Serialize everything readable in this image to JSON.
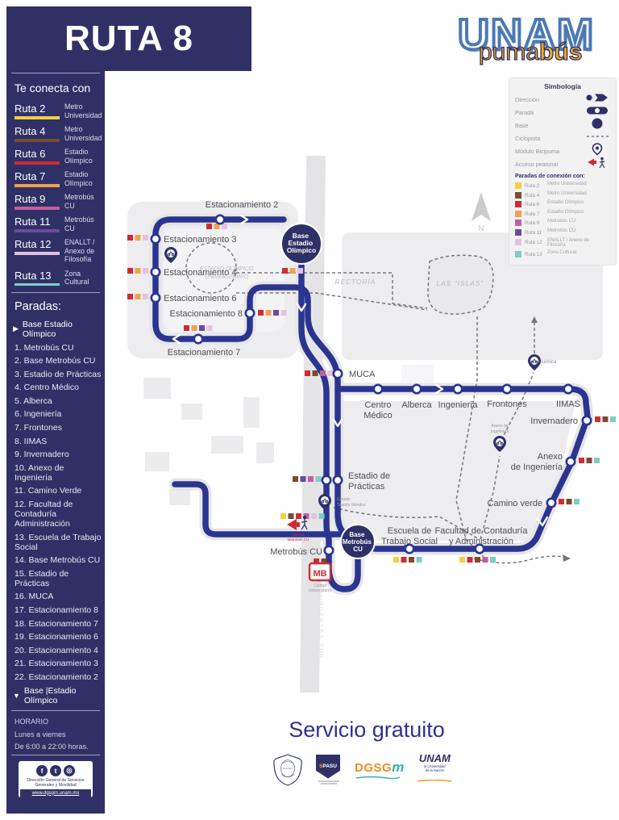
{
  "page": {
    "title": "RUTA 8",
    "service_note": "Servicio gratuito"
  },
  "brand": {
    "top": "UNAM",
    "script_puma": "puma",
    "script_bus": "bús"
  },
  "colors": {
    "navy": "#2f3166",
    "line": "#2b3590",
    "rutas": {
      "2": "#f3d03e",
      "4": "#7a4b33",
      "6": "#d02b35",
      "7": "#efa14b",
      "9": "#c35f9e",
      "11": "#6a4a9e",
      "12": "#e5c0de",
      "13": "#7fcdc7"
    }
  },
  "rutas": [
    {
      "id": "2",
      "name": "Ruta 2",
      "dest": "Metro Universidad"
    },
    {
      "id": "4",
      "name": "Ruta 4",
      "dest": "Metro Universidad"
    },
    {
      "id": "6",
      "name": "Ruta 6",
      "dest": "Estadio Olímpico"
    },
    {
      "id": "7",
      "name": "Ruta 7",
      "dest": "Estadio Olímpico"
    },
    {
      "id": "9",
      "name": "Ruta 9",
      "dest": "Metrobús CU"
    },
    {
      "id": "11",
      "name": "Ruta 11",
      "dest": "Metrobús CU"
    },
    {
      "id": "12",
      "name": "Ruta 12",
      "dest": "ENALLT / Anexo de Filosofía"
    },
    {
      "id": "13",
      "name": "Ruta 13",
      "dest": "Zona Cultural"
    }
  ],
  "sidebar": {
    "connects_title": "Te conecta con",
    "paradas_title": "Paradas:",
    "start_stop": "Base Estadio Olímpico",
    "stops": [
      "Metrobús CU",
      "Base Metrobús CU",
      "Estadio de Prácticas",
      "Centro Médico",
      "Alberca",
      "Ingeniería",
      "Frontones",
      "IIMAS",
      "Invernadero",
      "Anexo de Ingeniería",
      "Camino Verde",
      "Facultad de Contaduría Administración",
      "Escuela de Trabajo Social",
      "Base Metrobús CU",
      "Estadio de Prácticas",
      "MUCA",
      "Estacionamiento 8",
      "Estacionamiento 7",
      "Estacionamiento 6",
      "Estacionamiento 4",
      "Estacionamiento 3",
      "Estacionamiento 2"
    ],
    "end_stop": "Base |Estadio Olímpico",
    "horario_title": "HORARIO",
    "horario_days": "Lunes a viernes",
    "horario_hours": "De 6:00 a 22:00 horas.",
    "footer_org1": "Dirección General de Servicios",
    "footer_org2": "Generales y Movilidad",
    "footer_url": "www.dgsgm.unam.mx",
    "social_icons": [
      "facebook-icon",
      "twitter-icon",
      "instagram-icon"
    ]
  },
  "legend": {
    "title": "Simbología",
    "items": [
      {
        "label": "Dirección",
        "sym": "direction"
      },
      {
        "label": "Parada",
        "sym": "parada"
      },
      {
        "label": "Base",
        "sym": "base"
      },
      {
        "label": "Ciclopista",
        "sym": "ciclopista"
      },
      {
        "label": "Módulo Bicipuma",
        "sym": "bicipuma"
      },
      {
        "label": "Acceso peatonal",
        "sym": "acceso"
      }
    ],
    "connections_title": "Paradas de conexión con:"
  },
  "map": {
    "labels": {
      "est2": "Estacionamiento 2",
      "est3": "Estacionamiento 3",
      "est4": "Estacionamiento 4",
      "est6": "Estacionamiento 6",
      "est7": "Estacionamiento 7",
      "est8": "Estacionamiento 8",
      "muca": "MUCA",
      "centro1": "Centro",
      "centro2": "Médico",
      "alberca": "Alberca",
      "ingenieria": "Ingeniería",
      "frontones": "Frontones",
      "iimas": "IIMAS",
      "invernadero": "Invernadero",
      "anexo1": "Anexo",
      "anexo2": "de Ingeniería",
      "camino": "Camino verde",
      "facultad1": "Facultad de Contaduría",
      "facultad2": "y Administración",
      "escuela1": "Escuela de",
      "escuela2": "Trabajo Social",
      "practicas1": "Estadio de",
      "practicas2": "Prácticas",
      "metrobus": "Metrobús CU",
      "rectoria": "RECTORÍA",
      "islas": "LAS \"ISLAS\"",
      "estadio1": "ESTADIO OLÍMPICO",
      "estadio2": "UNIVERSITARIO",
      "quimica": "Química",
      "anexopin1": "Anexo de",
      "anexopin2": "Ingeniería",
      "tapatio1": "Estadio",
      "tapatio2": "Tapatío Méndez",
      "acceso1": "Acceso",
      "acceso2": "Metrobús CU",
      "mb": "MB",
      "mb1": "Ciudad",
      "mb2": "Universitaria",
      "base_eo1": "Base",
      "base_eo2": "Estadio",
      "base_eo3": "Olímpico",
      "base_mb1": "Base",
      "base_mb2": "Metrobús",
      "base_mb3": "CU",
      "road": "AV. INSURGENTES SUR",
      "north": "N"
    },
    "marks": [
      [
        "6",
        "7",
        "12"
      ],
      [
        "6",
        "7",
        "12"
      ],
      [
        "6",
        "7",
        "12"
      ],
      [
        "6",
        "7",
        "12"
      ],
      [
        "6",
        "7",
        "11",
        "12"
      ],
      [
        "6",
        "7",
        "11",
        "12"
      ],
      [
        "6",
        "7",
        "12"
      ],
      [
        "6",
        "4",
        "9",
        "12"
      ],
      [
        "4",
        "11",
        "9",
        "13"
      ],
      [
        "2",
        "4",
        "6",
        "9",
        "12",
        "13"
      ],
      [
        "6",
        "4"
      ],
      [
        "2",
        "6",
        "4",
        "13"
      ],
      [
        "2",
        "6",
        "4",
        "9",
        "13"
      ],
      [
        "6",
        "4",
        "13"
      ],
      [
        "6",
        "4",
        "13"
      ],
      [
        "6",
        "4",
        "13"
      ]
    ]
  },
  "footer_logos": {
    "spasu": "SPASU",
    "dgsgm_a": "DGSG",
    "dgsgm_b": "m",
    "unam_script": "UNAM",
    "unam_slogan1": "la Universidad",
    "unam_slogan2": "de la Nación"
  }
}
